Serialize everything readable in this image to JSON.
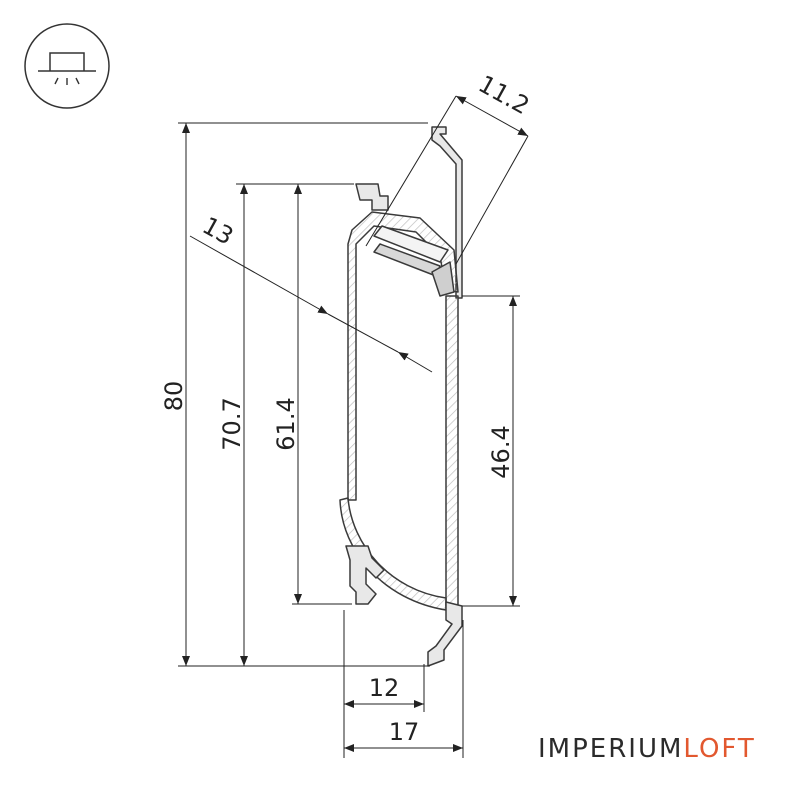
{
  "dimensions": {
    "height_total": "80",
    "height_inner": "70.7",
    "height_channel": "61.4",
    "height_opening": "46.4",
    "width_base": "12",
    "width_total": "17",
    "diffuser_width": "13",
    "top_width": "11.2"
  },
  "icon": {
    "name": "ceiling-light-icon"
  },
  "brand": {
    "part1": "IMPERIUM",
    "part2": "LOFT",
    "color_part2": "#e2582f"
  }
}
